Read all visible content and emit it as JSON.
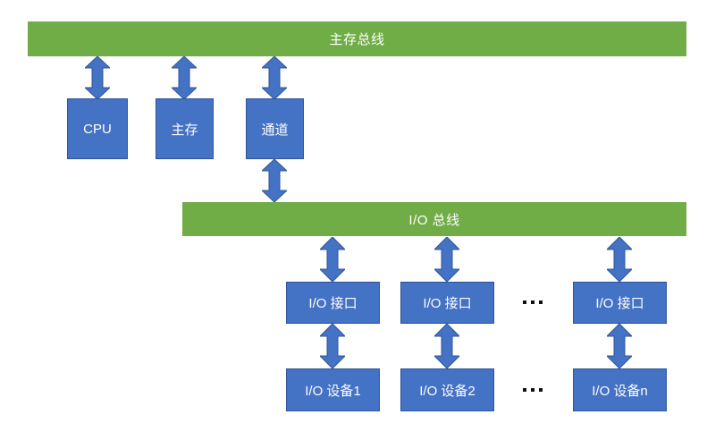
{
  "diagram": {
    "title_text": "",
    "colors": {
      "bus_green": "#70AD47",
      "box_blue": "#4472C4",
      "box_border": "#2F5597",
      "arrow_blue": "#4472C4",
      "arrow_border": "#2F5597",
      "text_white": "#FFFFFF",
      "background": "#FFFFFF",
      "ellipsis_dot": "#111111"
    },
    "buses": [
      {
        "id": "main-memory-bus",
        "label": "主存总线"
      },
      {
        "id": "io-bus",
        "label": "I/O 总线"
      }
    ],
    "top_boxes": [
      {
        "id": "cpu",
        "label": "CPU"
      },
      {
        "id": "main-memory",
        "label": "主存"
      },
      {
        "id": "channel",
        "label": "通道"
      }
    ],
    "io_interfaces": [
      {
        "id": "io-interface-1",
        "label": "I/O 接口"
      },
      {
        "id": "io-interface-2",
        "label": "I/O 接口"
      },
      {
        "id": "io-interface-n",
        "label": "I/O 接口"
      }
    ],
    "io_devices": [
      {
        "id": "io-device-1",
        "label": "I/O 设备1"
      },
      {
        "id": "io-device-2",
        "label": "I/O 设备2"
      },
      {
        "id": "io-device-n",
        "label": "I/O 设备n"
      }
    ],
    "ellipses": [
      {
        "id": "interfaces-ellipsis",
        "label": "…"
      },
      {
        "id": "devices-ellipsis",
        "label": "…"
      }
    ],
    "connectors": [
      {
        "id": "cpu-to-main-bus",
        "kind": "double-arrow-vertical"
      },
      {
        "id": "memory-to-main-bus",
        "kind": "double-arrow-vertical"
      },
      {
        "id": "channel-to-main-bus",
        "kind": "double-arrow-vertical"
      },
      {
        "id": "channel-to-io-bus",
        "kind": "double-arrow-vertical"
      },
      {
        "id": "io-bus-to-interface-1",
        "kind": "double-arrow-vertical"
      },
      {
        "id": "io-bus-to-interface-2",
        "kind": "double-arrow-vertical"
      },
      {
        "id": "io-bus-to-interface-n",
        "kind": "double-arrow-vertical"
      },
      {
        "id": "interface-1-to-device-1",
        "kind": "double-arrow-vertical"
      },
      {
        "id": "interface-2-to-device-2",
        "kind": "double-arrow-vertical"
      },
      {
        "id": "interface-n-to-device-n",
        "kind": "double-arrow-vertical"
      }
    ]
  }
}
